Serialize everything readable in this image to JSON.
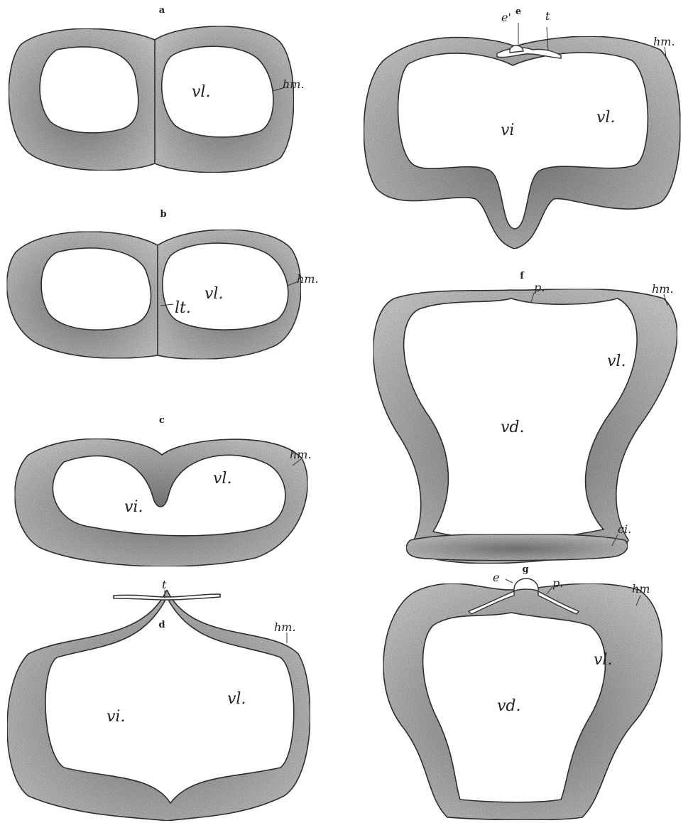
{
  "figure": {
    "panels": [
      {
        "id": "a",
        "letter": "a",
        "labels": {
          "vl": "vl.",
          "hm": "hm."
        }
      },
      {
        "id": "b",
        "letter": "b",
        "labels": {
          "vl": "vl.",
          "hm": "hm.",
          "lt": "lt."
        }
      },
      {
        "id": "c",
        "letter": "c",
        "labels": {
          "vl": "vl.",
          "vi": "vi.",
          "hm": "hm."
        }
      },
      {
        "id": "d",
        "letter": "d",
        "labels": {
          "t": "t",
          "hm": "hm.",
          "vi": "vi.",
          "vl": "vl."
        }
      },
      {
        "id": "e",
        "letter": "e",
        "labels": {
          "e1": "e'",
          "t": "t",
          "hm": "hm.",
          "vi": "vi",
          "vl": "vl."
        }
      },
      {
        "id": "f",
        "letter": "f",
        "labels": {
          "p": "p.",
          "hm": "hm.",
          "vl": "vl.",
          "vd": "vd.",
          "ci": "ci."
        }
      },
      {
        "id": "g",
        "letter": "g",
        "labels": {
          "e": "e",
          "p": "p.",
          "hm": "hm",
          "vl": "vl.",
          "vd": "vd."
        }
      }
    ],
    "colors": {
      "wall_dark": "#8a8a8a",
      "wall_light": "#d4d4d4",
      "line": "#333333",
      "background": "#ffffff"
    }
  }
}
